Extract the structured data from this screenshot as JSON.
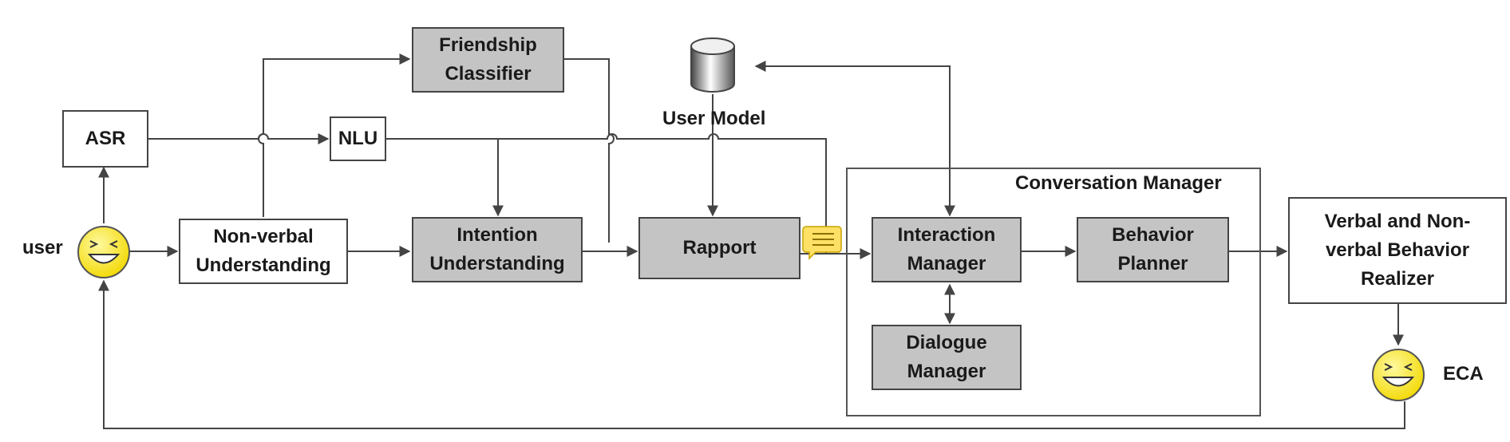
{
  "nodes": {
    "asr": "ASR",
    "nlu": "NLU",
    "friendship_classifier": [
      "Friendship",
      "Classifier"
    ],
    "nonverbal_understanding": [
      "Non-verbal",
      "Understanding"
    ],
    "intention_understanding": [
      "Intention",
      "Understanding"
    ],
    "rapport": "Rapport",
    "user_model": "User Model",
    "conversation_manager": "Conversation Manager",
    "interaction_manager": [
      "Interaction",
      "Manager"
    ],
    "behavior_planner": [
      "Behavior",
      "Planner"
    ],
    "dialogue_manager": [
      "Dialogue",
      "Manager"
    ],
    "behavior_realizer": [
      "Verbal and Non-",
      "verbal Behavior",
      "Realizer"
    ]
  },
  "actors": {
    "user": "user",
    "eca": "ECA"
  },
  "icons": {
    "user_face": "smiley-face-icon",
    "eca_face": "smiley-face-icon",
    "user_model": "database-cylinder-icon",
    "note": "speech-note-icon"
  },
  "colors": {
    "processing_box_fill": "#c4c4c4",
    "io_box_fill": "#ffffff",
    "face_fill": "#ffee33",
    "note_fill": "#ffe066",
    "line": "#444444"
  }
}
